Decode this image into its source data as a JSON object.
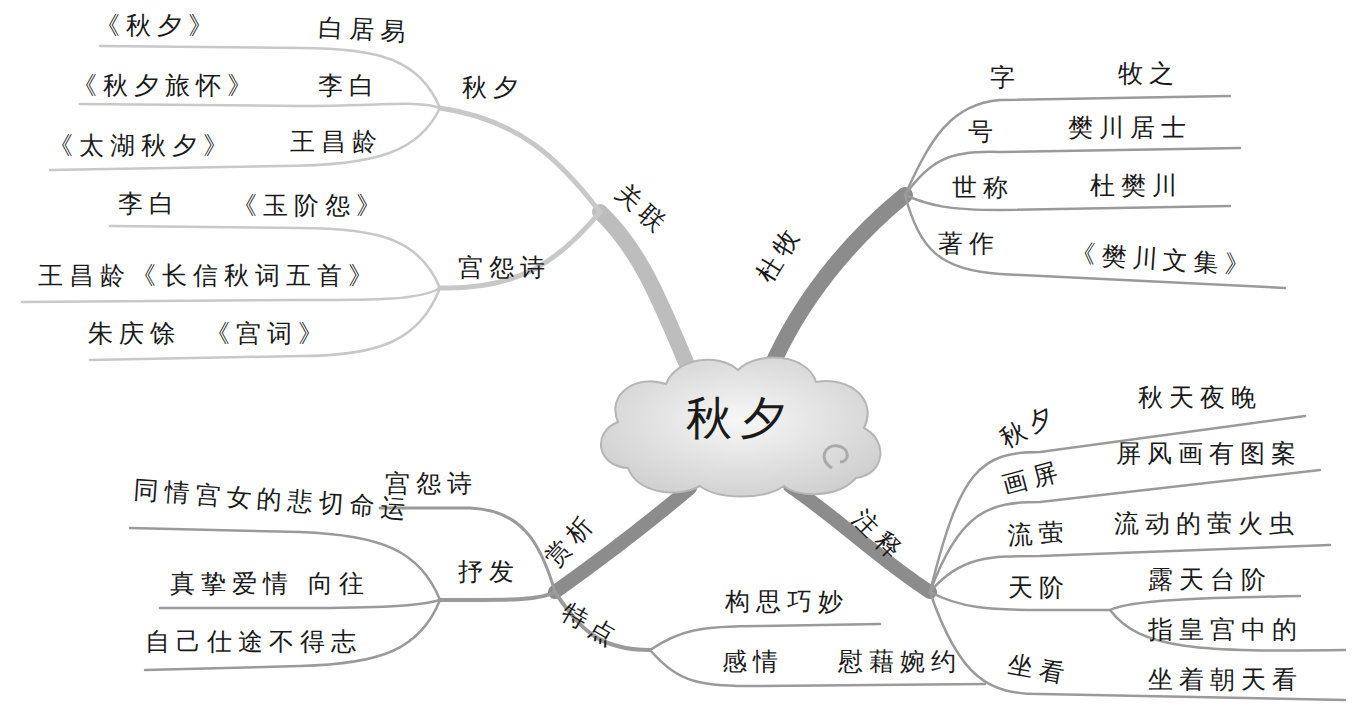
{
  "diagram": {
    "nodes": [
      {
        "text": [
          "秋夕"
        ]
      }
    ],
    "labels": [
      "《秋夕》",
      "白居易",
      "秋夕",
      "《秋夕旅怀》",
      "李白",
      "《太湖秋夕》",
      "王昌龄",
      "关联",
      "李白",
      "《玉阶怨》",
      "宫怨诗",
      "王昌龄《长信秋词五首》",
      "朱庆馀",
      "《宫词》",
      "杜牧",
      "字",
      "牧之",
      "号",
      "樊川居士",
      "世称",
      "杜樊川",
      "著作",
      "《樊川文集》",
      "宫怨诗",
      "同情宫女的悲切命运",
      "抒发",
      "赏析",
      "真挚爱情  向往",
      "自己仕途不得志",
      "特点",
      "构思巧妙",
      "感情",
      "慰藉婉约",
      "注释",
      "秋夕",
      "秋天夜晚",
      "画屏",
      "屏风画有图案",
      "流萤",
      "流动的萤火虫",
      "天阶",
      "露天台阶",
      "指皇宫中的",
      "坐看",
      "坐着朝天看"
    ]
  }
}
